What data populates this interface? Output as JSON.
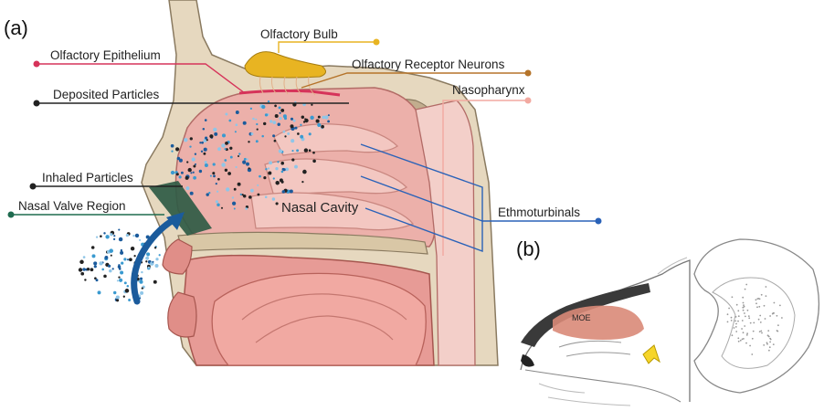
{
  "panels": {
    "a": "(a)",
    "b": "(b)"
  },
  "labels": {
    "olfactory_bulb": "Olfactory Bulb",
    "olfactory_epithelium": "Olfactory Epithelium",
    "olfactory_receptor_neurons": "Olfactory Receptor Neurons",
    "deposited_particles": "Deposited Particles",
    "nasopharynx": "Nasopharynx",
    "inhaled_particles": "Inhaled Particles",
    "nasal_valve_region": "Nasal Valve Region",
    "nasal_cavity": "Nasal Cavity",
    "ethmoturbinals": "Ethmoturbinals",
    "moe": "MOE"
  },
  "colors": {
    "olfactory_bulb": "#e8b422",
    "olfactory_epithelium": "#d6335a",
    "olfactory_receptor_neurons": "#b5742a",
    "deposited_particles": "#222222",
    "nasopharynx": "#f2a9a0",
    "inhaled_particles": "#222222",
    "nasal_valve_region": "#1f6b4f",
    "ethmoturbinals": "#2a62b8",
    "tissue": "#ecb0aa",
    "bone": "#e6d8bf",
    "airflow_arrow": "#1b5b9c",
    "particle_blue": "#3a9ad0",
    "moe_fill": "#d98a78"
  }
}
